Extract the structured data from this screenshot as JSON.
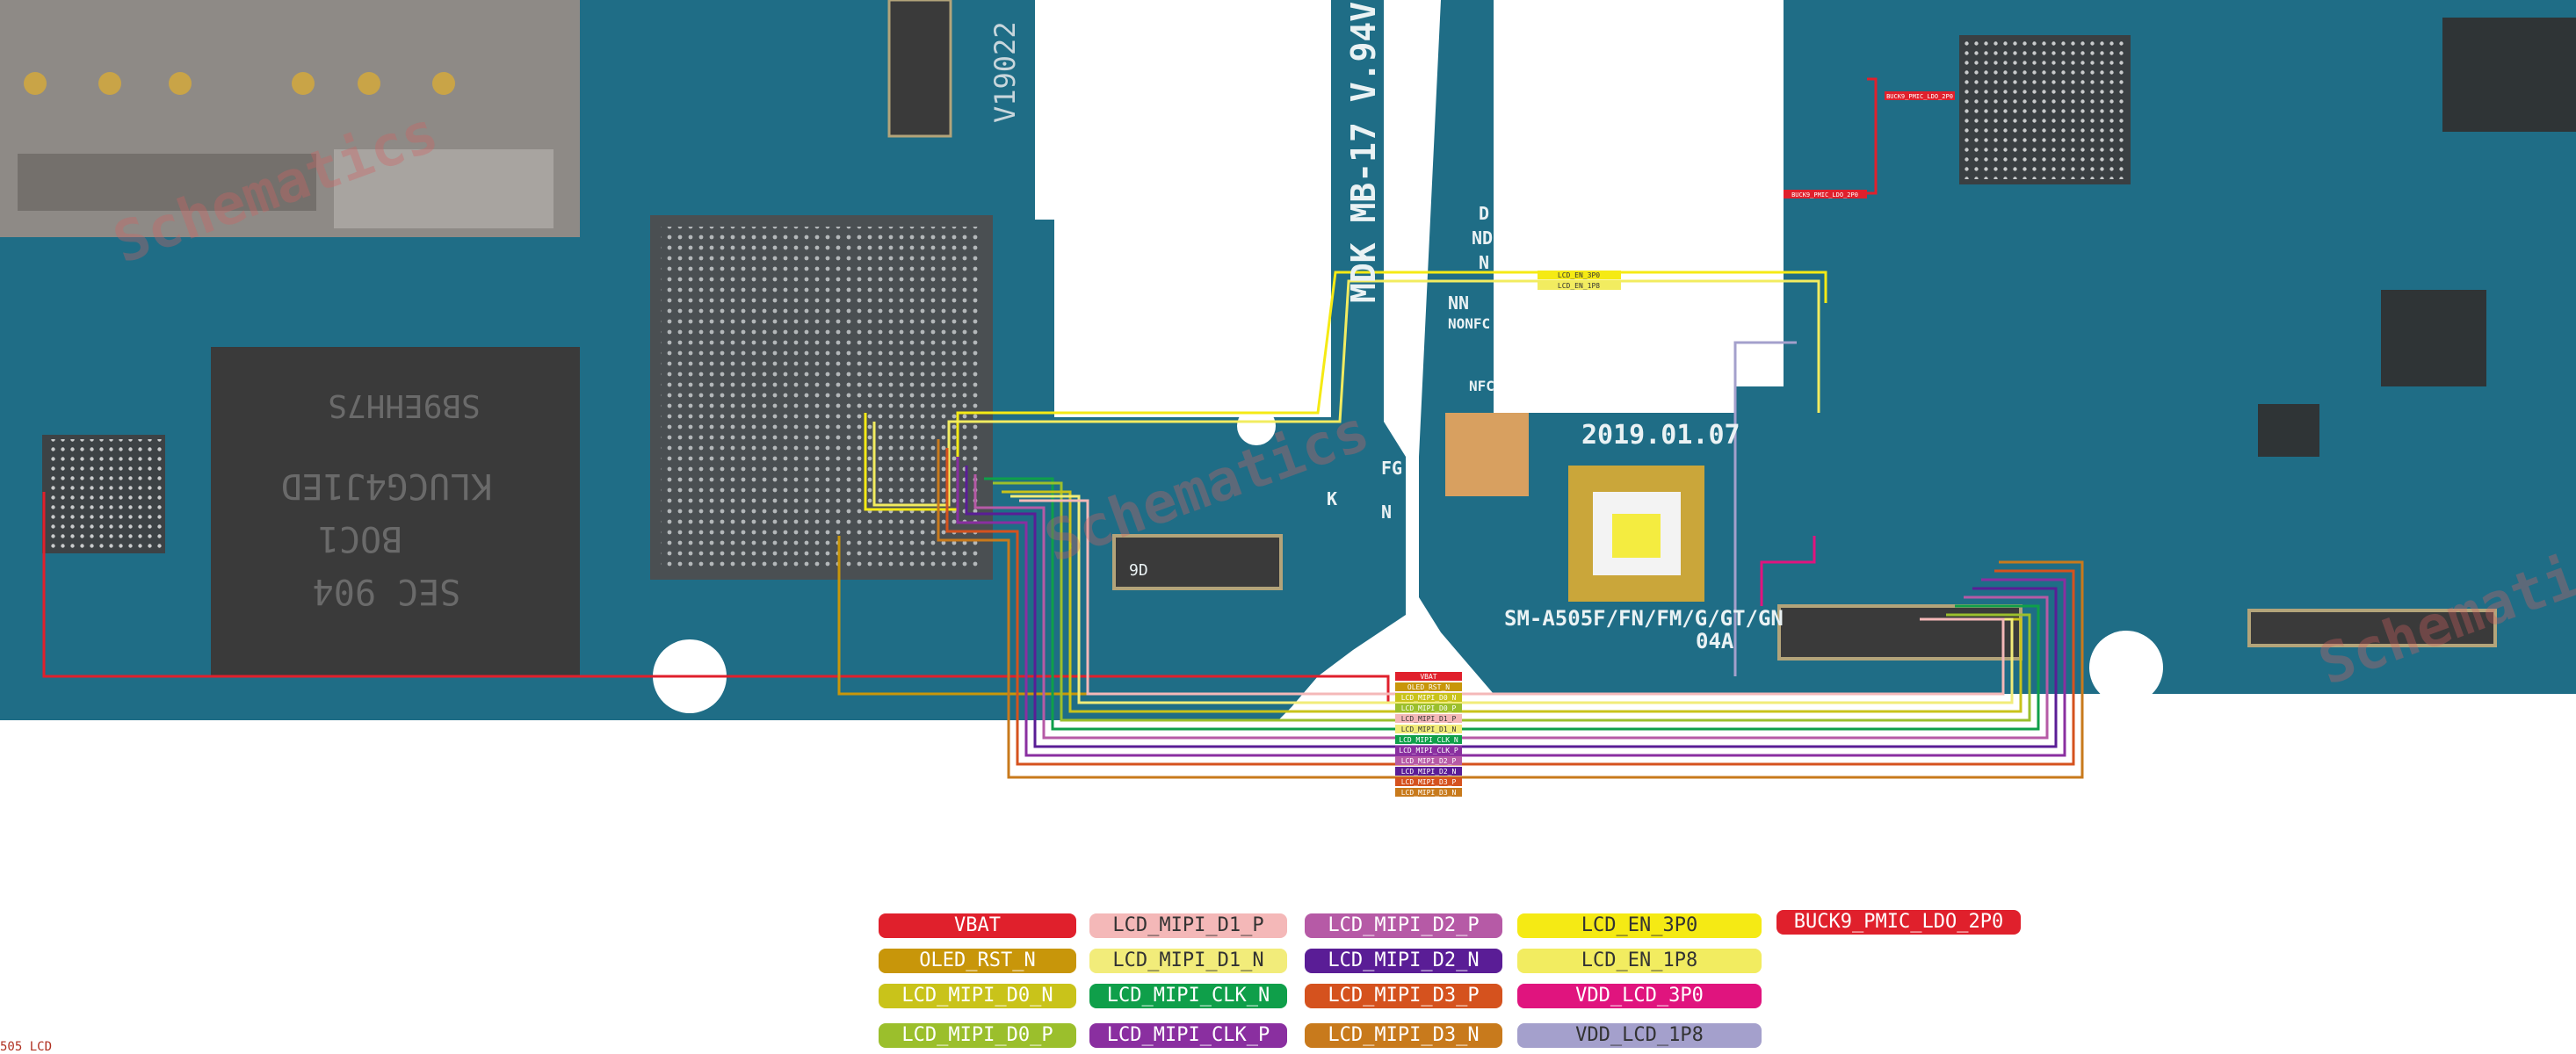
{
  "board": {
    "board_model": "SM-A505F/FN/FM/G/GT/GN",
    "revision": "04A",
    "date_code": "2019.01.07",
    "pcb_code": "MDK MB-17 V.94V",
    "edge_code": "V19022",
    "chip_marking_lines": [
      "SEC 904",
      "BOC1",
      "KLUCG4J1ED",
      "SB9EHH7S"
    ],
    "labels_near_cutout": [
      "D",
      "ND",
      "N",
      "NN",
      "NONFC",
      "NFC"
    ],
    "label_side": [
      "K",
      "FG",
      "N"
    ],
    "connector_mark": "9D",
    "watermark": "Schematics"
  },
  "line_tags": [
    {
      "text": "VBAT",
      "color": "#e0202c"
    },
    {
      "text": "OLED_RST_N",
      "color": "#c8960a"
    },
    {
      "text": "LCD_MIPI_D0_N",
      "color": "#c9c31a"
    },
    {
      "text": "LCD_MIPI_D0_P",
      "color": "#9bbf2c"
    },
    {
      "text": "LCD_MIPI_D1_P",
      "color": "#f4b8b8"
    },
    {
      "text": "LCD_MIPI_D1_N",
      "color": "#f2ec7a"
    },
    {
      "text": "LCD_MIPI_CLK_N",
      "color": "#0f9f4a"
    },
    {
      "text": "LCD_MIPI_CLK_P",
      "color": "#8a2fa0"
    },
    {
      "text": "LCD_MIPI_D2_P",
      "color": "#b65aa6"
    },
    {
      "text": "LCD_MIPI_D2_N",
      "color": "#5a1d96"
    },
    {
      "text": "LCD_MIPI_D3_P",
      "color": "#d5521e"
    },
    {
      "text": "LCD_MIPI_D3_N",
      "color": "#c87a1c"
    }
  ],
  "en_tags": [
    "LCD_EN_3P0",
    "LCD_EN_1P8"
  ],
  "buck_tags": [
    "BUCK9_PMIC_LDO_2P0",
    "BUCK9_PMIC_LDO_2P0"
  ],
  "legend": [
    {
      "label": "VBAT",
      "bg": "#e0202c",
      "fg": "#ffffff"
    },
    {
      "label": "OLED_RST_N",
      "bg": "#c8960a",
      "fg": "#ffffff"
    },
    {
      "label": "LCD_MIPI_D0_N",
      "bg": "#c9c31a",
      "fg": "#ffffff"
    },
    {
      "label": "LCD_MIPI_D0_P",
      "bg": "#9bbf2c",
      "fg": "#ffffff"
    },
    {
      "label": "LCD_MIPI_D1_P",
      "bg": "#f4b8b8",
      "fg": "#333333"
    },
    {
      "label": "LCD_MIPI_D1_N",
      "bg": "#f2ec7a",
      "fg": "#333333"
    },
    {
      "label": "LCD_MIPI_CLK_N",
      "bg": "#0f9f4a",
      "fg": "#ffffff"
    },
    {
      "label": "LCD_MIPI_CLK_P",
      "bg": "#8a2fa0",
      "fg": "#ffffff"
    },
    {
      "label": "LCD_MIPI_D2_P",
      "bg": "#b65aa6",
      "fg": "#ffffff"
    },
    {
      "label": "LCD_MIPI_D2_N",
      "bg": "#5a1d96",
      "fg": "#ffffff"
    },
    {
      "label": "LCD_MIPI_D3_P",
      "bg": "#d5521e",
      "fg": "#ffffff"
    },
    {
      "label": "LCD_MIPI_D3_N",
      "bg": "#c87a1c",
      "fg": "#ffffff"
    },
    {
      "label": "LCD_EN_3P0",
      "bg": "#f5ea14",
      "fg": "#333333"
    },
    {
      "label": "LCD_EN_1P8",
      "bg": "#f2ec60",
      "fg": "#333333"
    },
    {
      "label": "VDD_LCD_3P0",
      "bg": "#e0147e",
      "fg": "#ffffff"
    },
    {
      "label": "VDD_LCD_1P8",
      "bg": "#a4a0cc",
      "fg": "#333333"
    },
    {
      "label": "BUCK9_PMIC_LDO_2P0",
      "bg": "#e0202c",
      "fg": "#ffffff"
    }
  ],
  "footer_caption": "505 LCD"
}
